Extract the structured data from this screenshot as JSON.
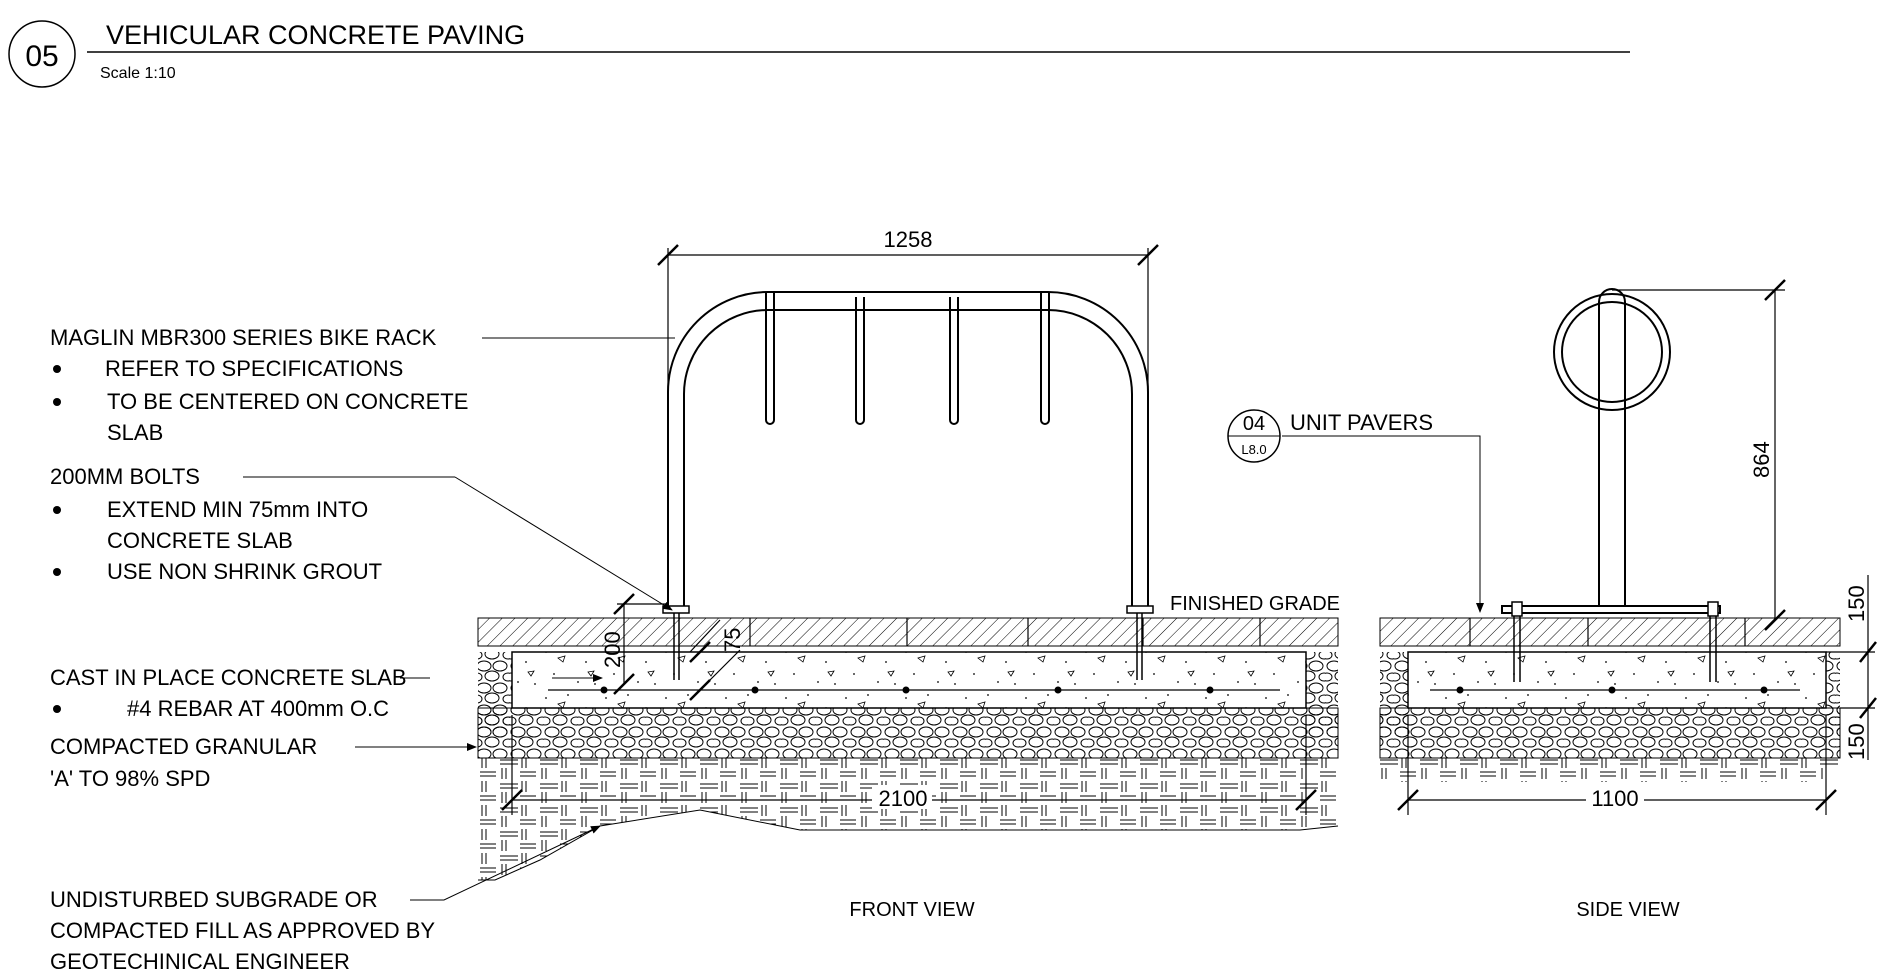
{
  "header": {
    "number": "05",
    "title": "VEHICULAR CONCRETE PAVING",
    "scale": "Scale 1:10"
  },
  "notes": {
    "bike_rack": {
      "title": "MAGLIN MBR300 SERIES BIKE RACK",
      "bullets": [
        "REFER TO SPECIFICATIONS",
        "TO BE CENTERED ON CONCRETE",
        "SLAB"
      ]
    },
    "bolts": {
      "title": "200MM BOLTS",
      "bullets": [
        "EXTEND MIN 75mm INTO",
        "CONCRETE SLAB",
        "USE NON SHRINK GROUT"
      ]
    },
    "slab": {
      "title": "CAST IN PLACE CONCRETE SLAB",
      "bullets": [
        "#4 REBAR AT 400mm O.C"
      ]
    },
    "granular": [
      "COMPACTED GRANULAR",
      "'A' TO 98% SPD"
    ],
    "subgrade": [
      "UNDISTURBED SUBGRADE OR",
      "COMPACTED FILL AS APPROVED BY",
      "GEOTECHINICAL ENGINEER"
    ]
  },
  "callouts": {
    "finished_grade": "FINISHED GRADE",
    "unit_pavers_ref": "04",
    "unit_pavers_sheet": "L8.0",
    "unit_pavers": "UNIT PAVERS"
  },
  "dimensions": {
    "rack_width": "1258",
    "bolt_depth": "200",
    "embed": "75",
    "slab_width": "2100",
    "rack_height": "864",
    "side_width": "1100",
    "paver_thickness": "150",
    "base_thickness": "150"
  },
  "views": {
    "front": "FRONT VIEW",
    "side": "SIDE VIEW"
  }
}
